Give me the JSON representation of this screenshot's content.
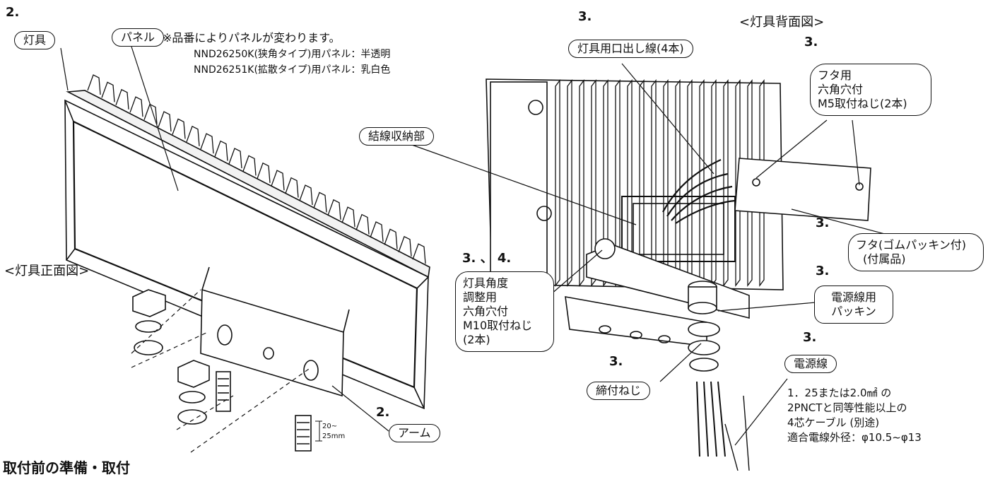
{
  "step_numbers": {
    "front_step": "2.",
    "lead_wire_step": "3.",
    "rear_title_step": "3.",
    "lid_step": "3.",
    "packing_step": "3.",
    "angle_step": "3. 、 4.",
    "power_cable_step": "3.",
    "tighten_step": "3.",
    "arm_step": "2."
  },
  "labels": {
    "fixture": "灯具",
    "panel": "パネル",
    "front_view": "<灯具正面図>",
    "rear_view": "<灯具背面図>",
    "lead_wire": "灯具用口出し線(4本)",
    "wiring_storage": "結線収納部",
    "tightening_screw": "締付ねじ",
    "arm": "アーム",
    "power_cable": "電源線",
    "dim_top": "20~",
    "dim_bottom": "25mm"
  },
  "panel_note": {
    "line1": "※品番によりパネルが変わります。",
    "line2": "NND26250K(狭角タイプ)用パネル：半透明",
    "line3": "NND26251K(拡散タイプ)用パネル：乳白色"
  },
  "callouts": {
    "lid_screw": [
      "フタ用",
      "六角穴付",
      "M5取付ねじ(2本)"
    ],
    "angle_screw": [
      "灯具角度",
      "調整用",
      "六角穴付",
      "M10取付ねじ",
      "(2本)"
    ],
    "lid": [
      "フタ(ゴムパッキン付)",
      "(付属品)"
    ],
    "packing": [
      "電源線用",
      "パッキン"
    ]
  },
  "cable_spec": {
    "line1": "1．25または2.0㎟ の",
    "line2": "2PNCTと同等性能以上の",
    "line3": "4芯ケーブル (別途)",
    "line4": "適合電線外径：φ10.5~φ13"
  },
  "bottom_heading": "取付前の準備・取付"
}
